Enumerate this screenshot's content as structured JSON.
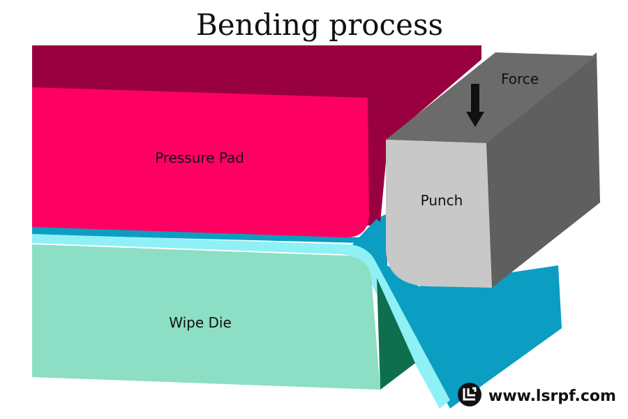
{
  "diagram": {
    "title": "Bending process",
    "labels": {
      "force": "Force",
      "punch": "Punch",
      "pressure_pad": "Pressure Pad",
      "wipe_die": "Wipe Die"
    },
    "watermark": {
      "url": "www.lsrpf.com",
      "logo_icon": "lsrpf-logo-icon"
    },
    "colors": {
      "pressure_pad_front": "#fd0062",
      "pressure_pad_top": "#98003f",
      "wipe_die_front": "#8cdec4",
      "wipe_die_side": "#0e6f4e",
      "sheet_light": "#8ff0f5",
      "sheet_dark": "#0b9ec2",
      "punch_front": "#c8c8c8",
      "punch_side": "#5f5f5f",
      "arrow": "#111111"
    }
  }
}
